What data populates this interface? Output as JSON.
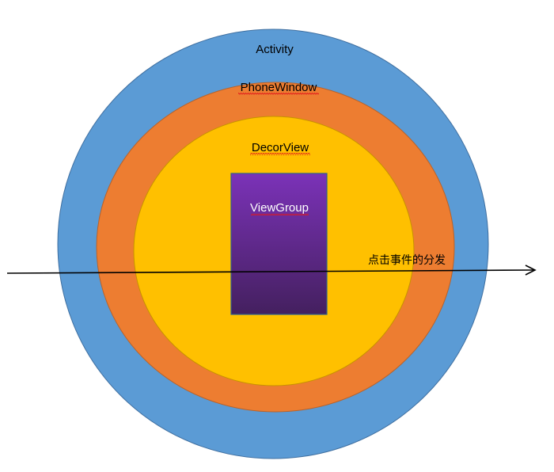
{
  "diagram": {
    "layers": {
      "activity": "Activity",
      "phone_window": "PhoneWindow",
      "decor_view": "DecorView",
      "view_group": "ViewGroup"
    },
    "arrow_label": "点击事件的分发"
  },
  "colors": {
    "activity_fill": "#5b9bd5",
    "activity_stroke": "#3f6fa0",
    "phone_window_fill": "#ed7d31",
    "phone_window_stroke": "#b8622a",
    "decor_view_fill": "#ffc000",
    "decor_view_stroke": "#c79200",
    "view_group_top": "#7b32b8",
    "view_group_bottom": "#44205f",
    "view_group_stroke": "#2f5f8a",
    "spellcheck_underline": "#e0191b",
    "arrow": "#000000"
  }
}
